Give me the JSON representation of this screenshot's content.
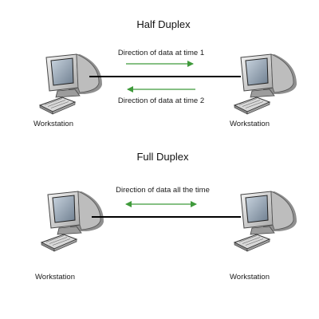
{
  "half_duplex": {
    "title": "Half Duplex",
    "arrow_top_label": "Direction of data at time 1",
    "arrow_bottom_label": "Direction of data at time 2",
    "left_label": "Workstation",
    "right_label": "Workstation"
  },
  "full_duplex": {
    "title": "Full Duplex",
    "arrow_label": "Direction of data all the time",
    "left_label": "Workstation",
    "right_label": "Workstation"
  },
  "colors": {
    "arrow": "#3f9a3b",
    "link": "#000000"
  }
}
